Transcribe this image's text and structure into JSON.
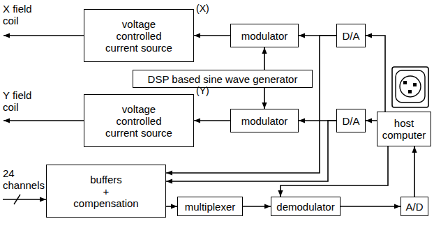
{
  "diagram": {
    "nodes": [
      {
        "text": [
          "voltage controlled current source"
        ]
      },
      {
        "text": [
          "modulator"
        ]
      },
      {
        "text": [
          "D/A"
        ]
      },
      {
        "text": [
          "DSP based sine wave generator"
        ]
      },
      {
        "text": [
          "voltage controlled current source"
        ]
      },
      {
        "text": [
          "modulator"
        ]
      },
      {
        "text": [
          "D/A"
        ]
      },
      {
        "text": [
          "host computer"
        ]
      },
      {
        "text": [
          "buffers + compensation"
        ]
      },
      {
        "text": [
          "multiplexer"
        ]
      },
      {
        "text": [
          "demodulator"
        ]
      },
      {
        "text": [
          "A/D"
        ]
      }
    ],
    "edges": [
      {
        "from": 1,
        "to": 0,
        "arrow": "to"
      },
      {
        "from": 2,
        "to": 1,
        "arrow": "to"
      },
      {
        "from": 7,
        "to": 2,
        "arrow": "to"
      },
      {
        "from": 3,
        "to": 1,
        "arrow": "to"
      },
      {
        "from": 3,
        "to": 5,
        "arrow": "to"
      },
      {
        "from": 5,
        "to": 4,
        "arrow": "to"
      },
      {
        "from": 6,
        "to": 5,
        "arrow": "to"
      },
      {
        "from": 7,
        "to": 6,
        "arrow": "to"
      },
      {
        "from": 2,
        "to": 8,
        "arrow": "to"
      },
      {
        "from": 6,
        "to": 8,
        "arrow": "to"
      },
      {
        "from": 8,
        "to": 9,
        "arrow": "to"
      },
      {
        "from": 9,
        "to": 10,
        "arrow": "to"
      },
      {
        "from": 10,
        "to": 11,
        "arrow": "to"
      },
      {
        "from": 11,
        "to": 7,
        "arrow": "to"
      },
      {
        "from": 7,
        "to": 10,
        "arrow": "to"
      }
    ],
    "labels": [
      "X field coil",
      "(X)",
      "Y field coil",
      "(Y)",
      "24 channels"
    ]
  }
}
